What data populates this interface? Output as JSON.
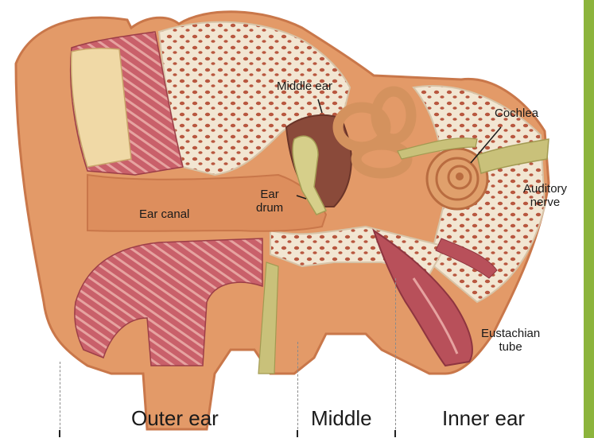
{
  "labels": {
    "middle_ear": "Middle ear",
    "cochlea": "Cochlea",
    "auditory_nerve_line1": "Auditory",
    "auditory_nerve_line2": "nerve",
    "ear_drum_line1": "Ear",
    "ear_drum_line2": "drum",
    "ear_canal": "Ear canal",
    "eustachian_line1": "Eustachian",
    "eustachian_line2": "tube"
  },
  "regions": {
    "outer": "Outer ear",
    "middle": "Middle",
    "inner": "Inner ear"
  },
  "colors": {
    "skin": "#e39a68",
    "skin_dark": "#c9774a",
    "bone": "#f2e6d2",
    "bone_pore": "#b8573f",
    "muscle": "#b8505a",
    "nerve": "#c9c17a",
    "accent_bar": "#8cb43c"
  }
}
